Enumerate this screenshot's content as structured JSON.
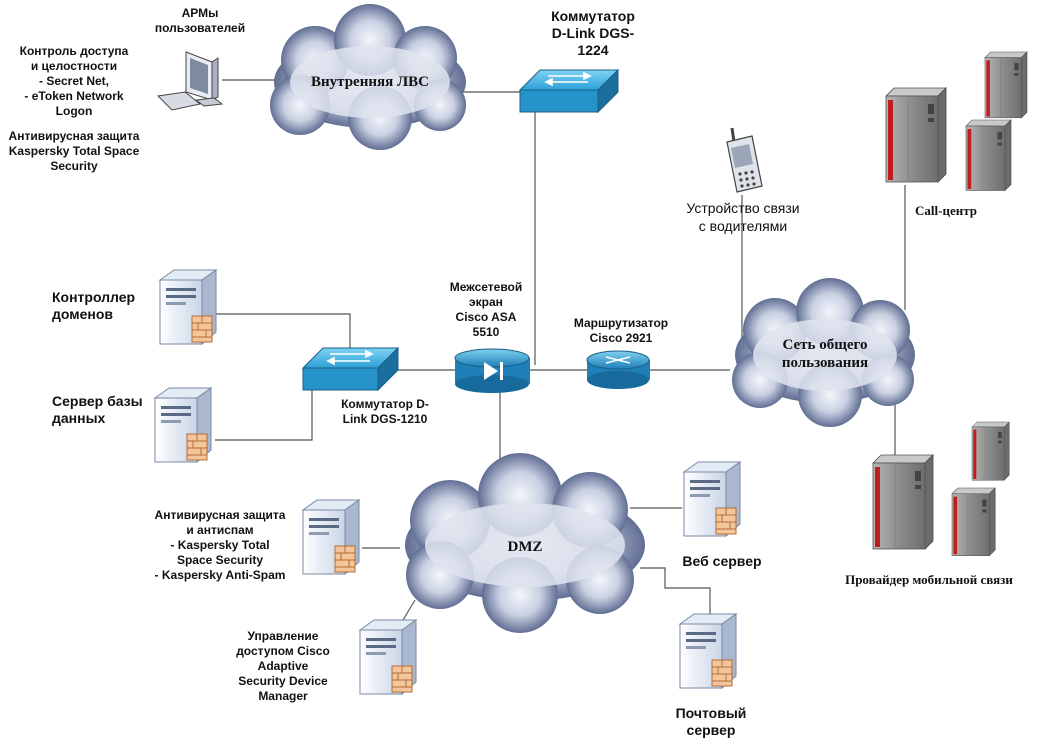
{
  "clouds": {
    "lan": "Внутренняя ЛВС",
    "public": "Сеть общего\nпользования",
    "dmz": "DMZ"
  },
  "labels": {
    "arm": "АРМы\nпользователей",
    "access_control": "Контроль доступа\nи  целостности\n- Secret Net,\n- eToken Network\nLogon",
    "antivirus_ws": "Антивирусная защита\nKaspersky Total Space\nSecurity",
    "switch_top": "Коммутатор\nD-Link DGS-\n1224",
    "firewall": "Межсетевой\nэкран\nCisco ASA\n5510",
    "router": "Маршрутизатор\nCisco 2921",
    "switch_left": "Коммутатор D-\nLink DGS-1210",
    "domain_ctrl": "Контроллер\nдоменов",
    "db_server": "Сервер базы\nданных",
    "driver_comm": "Устройство связи\nс водителями",
    "call_center": "Call-центр",
    "mobile_provider": "Провайдер мобильной связи",
    "antispam": "Антивирусная защита\nи антиспам\n- Kaspersky Total\nSpace Security\n- Kaspersky Anti-Spam",
    "cisco_mgmt": "Управление\nдоступом Cisco\nAdaptive\nSecurity Device\nManager",
    "web_server": "Веб сервер",
    "mail_server": "Почтовый\nсервер"
  }
}
